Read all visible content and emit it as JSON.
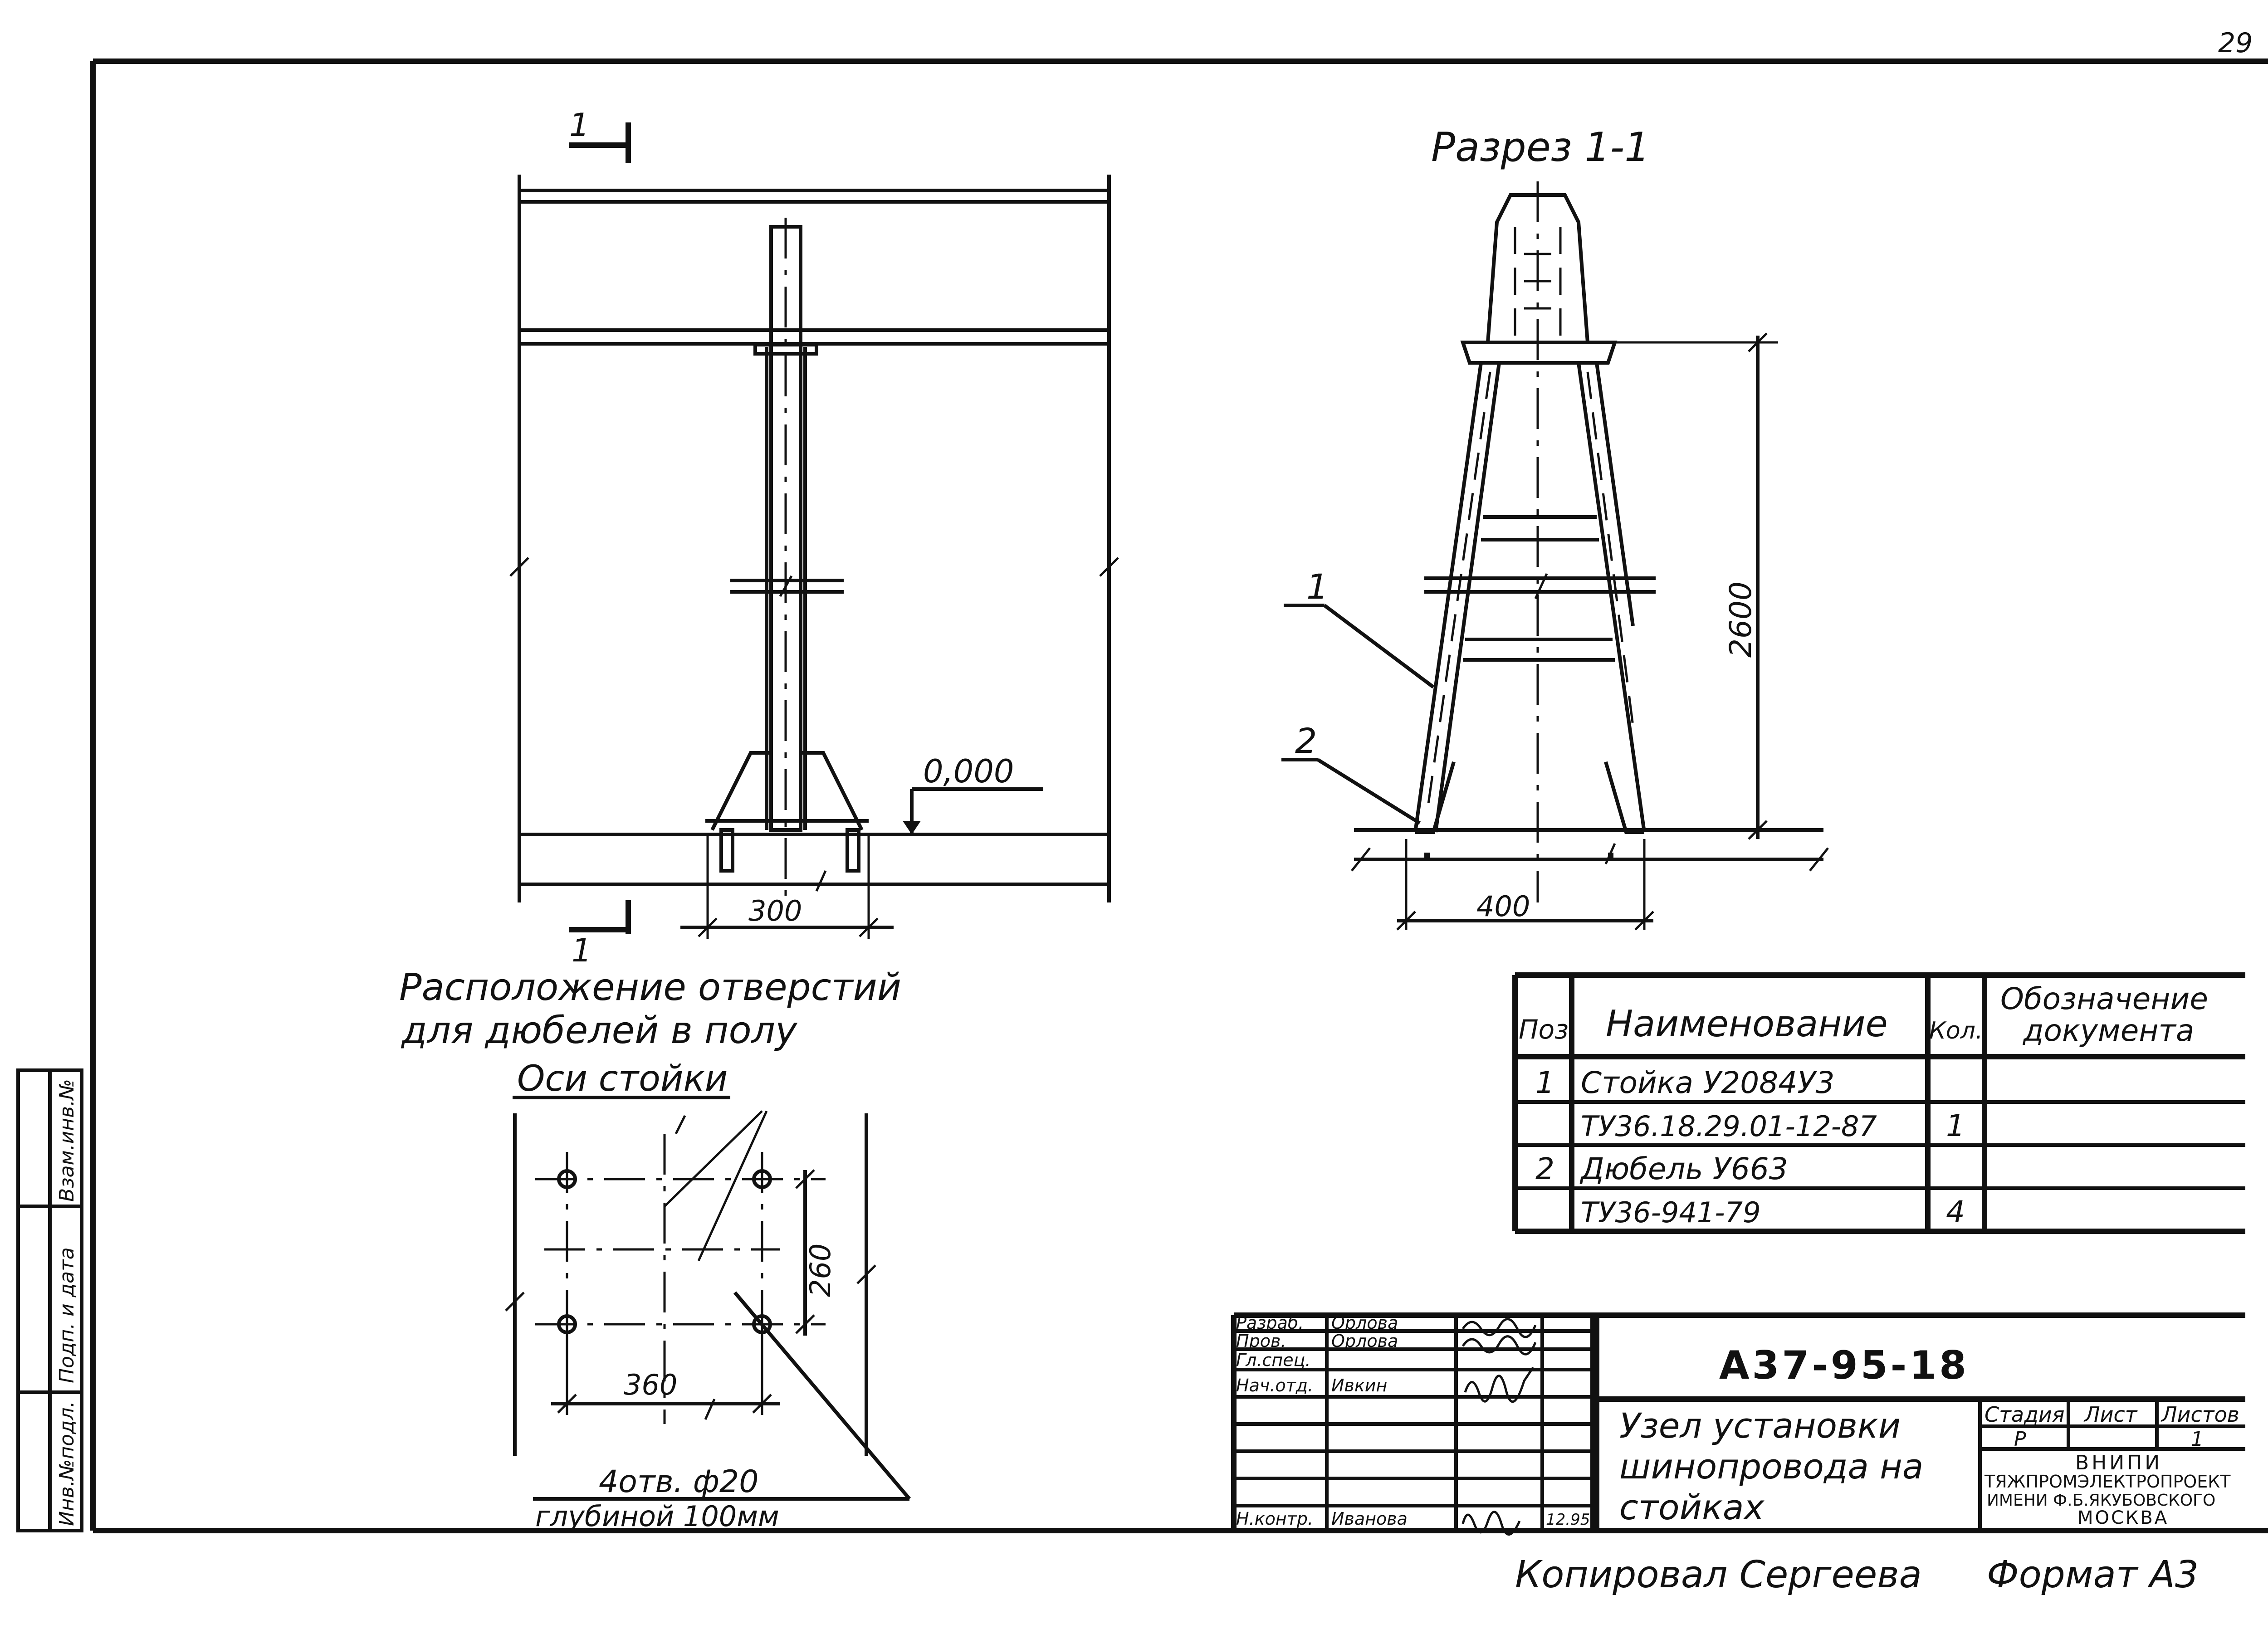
{
  "sheet": {
    "corner_number": "29",
    "copied_by": "Копировал  Сергеева",
    "format": "Формат А3"
  },
  "plan": {
    "section_mark": "1",
    "zero_level": "0,000",
    "dim_width": "300",
    "caption_line1": "Расположение отверстий",
    "caption_line2": "для дюбелей в полу"
  },
  "section": {
    "title": "Разрез 1-1",
    "height_dim": "2600",
    "base_dim": "400",
    "callout_1": "1",
    "callout_2": "2"
  },
  "holes": {
    "axes_label": "Оси стойки",
    "dim_vertical": "260",
    "dim_horizontal": "360",
    "note_line1": "4отв. ф20",
    "note_line2": "глубиной 100мм"
  },
  "spec_table": {
    "headers": [
      "Поз.",
      "Наименование",
      "Кол.",
      "Обозначение документа"
    ],
    "rows": [
      [
        "1",
        "Стойка У2084У3",
        "",
        ""
      ],
      [
        "",
        "ТУ36.18.29.01-12-87",
        "1",
        ""
      ],
      [
        "2",
        "Дюбель У663",
        "",
        ""
      ],
      [
        "",
        "ТУ36-941-79",
        "4",
        ""
      ]
    ]
  },
  "title_block": {
    "doc_code": "А37-95-18",
    "title_line1": "Узел установки",
    "title_line2": "шинопровода на",
    "title_line3": "стойках",
    "stage_label": "Стадия",
    "sheet_label": "Лист",
    "sheets_label": "Листов",
    "stage_value": "Р",
    "sheets_value": "1",
    "org_line1": "ВНИПИ",
    "org_line2": "ТЯЖПРОМЭЛЕКТРОПРОЕКТ",
    "org_line3": "ИМЕНИ Ф.Б.ЯКУБОВСКОГО",
    "org_line4": "МОСКВА",
    "date": "12.95",
    "signatures": [
      {
        "role": "Разраб.",
        "name": "Орлова"
      },
      {
        "role": "Пров.",
        "name": "Орлова"
      },
      {
        "role": "Гл.спец.",
        "name": ""
      },
      {
        "role": "Нач.отд.",
        "name": "Ивкин"
      },
      {
        "role": "Н.контр.",
        "name": "Иванова"
      }
    ]
  },
  "left_stamp": {
    "field1": "Взам.инв.№",
    "field2": "Подп. и дата",
    "field3": "Инв.№подл."
  }
}
